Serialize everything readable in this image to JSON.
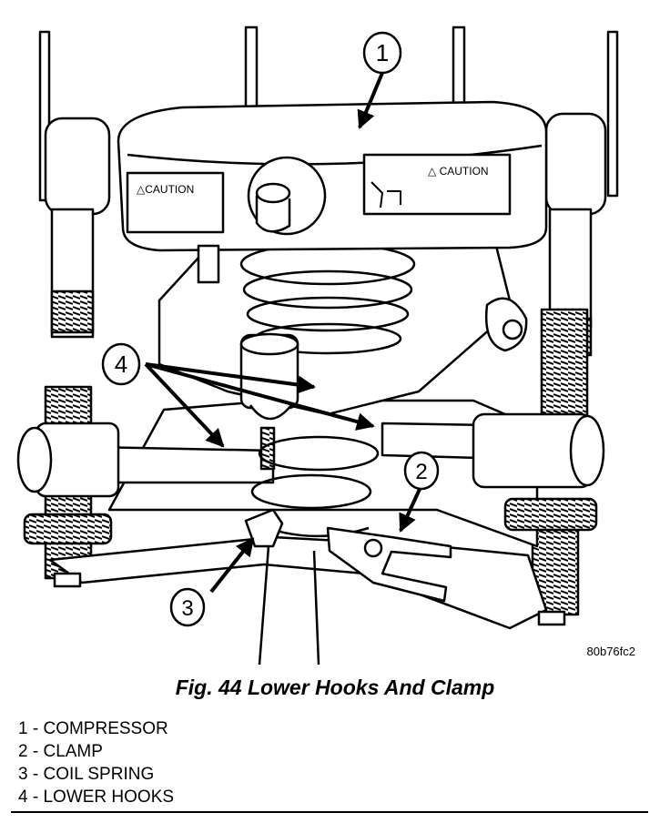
{
  "figure": {
    "callouts": [
      "1",
      "2",
      "3",
      "4"
    ],
    "label_caution_left": "△CAUTION",
    "label_caution_right": "△ CAUTION",
    "image_code": "80b76fc2"
  },
  "caption": "Fig. 44 Lower Hooks And Clamp",
  "legend": [
    {
      "number": "1",
      "text": "COMPRESSOR"
    },
    {
      "number": "2",
      "text": "CLAMP"
    },
    {
      "number": "3",
      "text": "COIL SPRING"
    },
    {
      "number": "4",
      "text": "LOWER HOOKS"
    }
  ]
}
